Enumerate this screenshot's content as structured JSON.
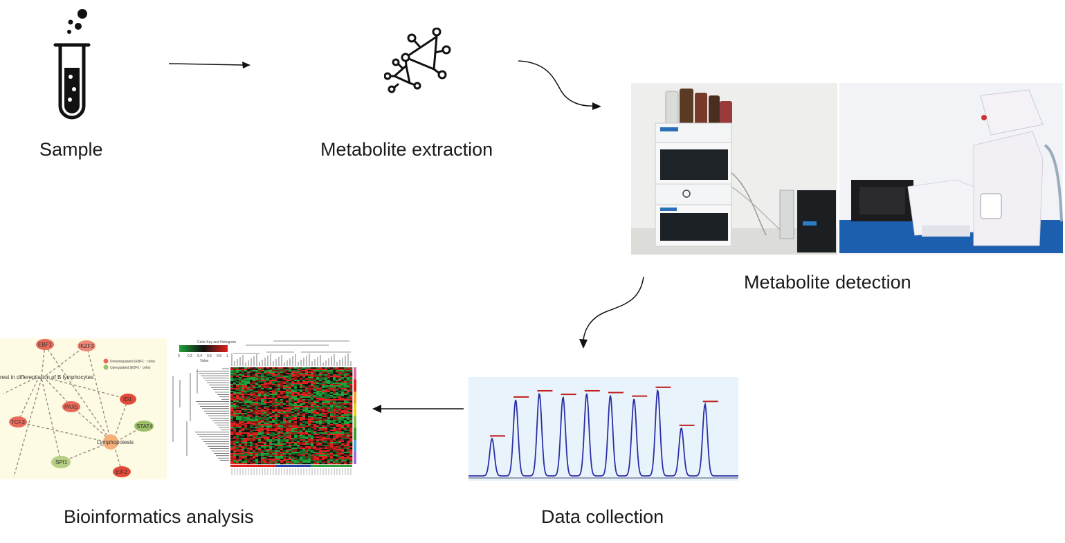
{
  "steps": {
    "sample": "Sample",
    "extraction": "Metabolite extraction",
    "detection": "Metabolite detection",
    "collection": "Data collection",
    "analysis": "Bioinformatics analysis"
  },
  "network": {
    "nodes": [
      "EBF1",
      "IKZF3",
      "PAX5",
      "ID1",
      "TCF3",
      "STAT4",
      "SPI1",
      "EIF2",
      "Lymphopoiesis"
    ],
    "annotation": "rest in differentiation of B lymphocytes",
    "legend": {
      "downregulated": "Downregulated (EBF1⁻ cells)",
      "upregulated": "Upregulated (EBF1⁺ cells)"
    },
    "colors": {
      "down": "#e86a5a",
      "up": "#9dbf6a",
      "center": "#f5b07a",
      "background": "#fdfbe3"
    }
  },
  "heatmap": {
    "key_title": "Color Key and Histogram",
    "key_axis_label": "Value",
    "key_ticks": [
      "0",
      "0.2",
      "0.4",
      "0.6",
      "0.8",
      "1"
    ]
  },
  "chromatogram": {
    "peaks_relative_height": [
      0.42,
      0.86,
      0.93,
      0.89,
      0.93,
      0.91,
      0.87,
      0.97,
      0.54,
      0.81
    ],
    "line_color": "#2a2fa6",
    "background": "#e9f3fb"
  }
}
